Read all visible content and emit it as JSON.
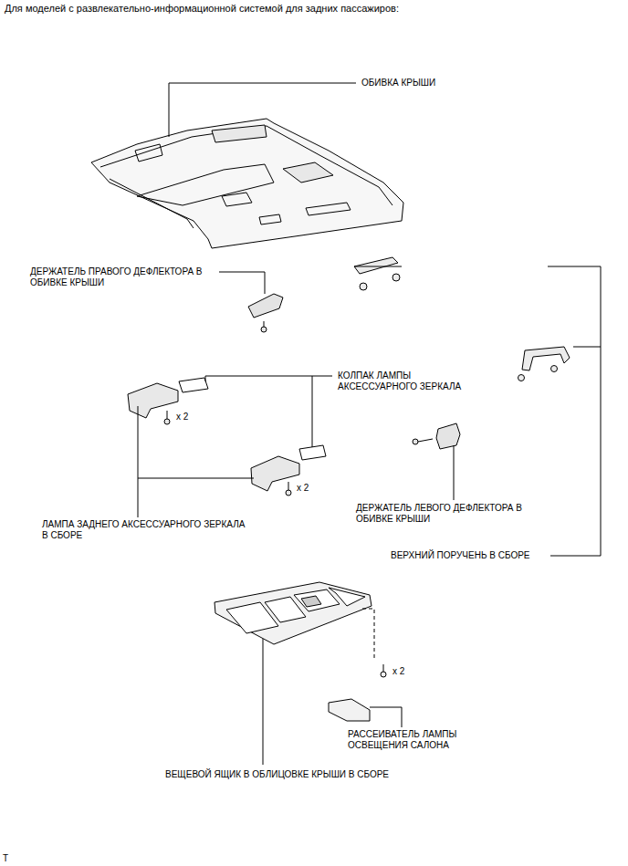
{
  "diagram": {
    "title": "Для моделей с развлекательно-информационной системой для задних пассажиров:",
    "labels": [
      "ОБИВКА КРЫШИ",
      "ДЕРЖАТЕЛЬ ПРАВОГО ДЕФЛЕКТОРА В ОБИВКЕ КРЫШИ",
      "КОЛПАК ЛАМПЫ АКСЕССУАРНОГО ЗЕРКАЛА",
      "x 2",
      "x 2",
      "ЛАМПА ЗАДНЕГО АКСЕССУАРНОГО ЗЕРКАЛА В СБОРЕ",
      "ДЕРЖАТЕЛЬ ЛЕВОГО ДЕФЛЕКТОРА В ОБИВКЕ КРЫШИ",
      "ВЕРХНИЙ ПОРУЧЕНЬ В СБОРЕ",
      "x 2",
      "РАССЕИВАТЕЛЬ ЛАМПЫ ОСВЕЩЕНИЯ САЛОНА",
      "ВЕЩЕВОЙ ЯЩИК В ОБЛИЦОВКЕ КРЫШИ В СБОРЕ",
      "T"
    ]
  }
}
